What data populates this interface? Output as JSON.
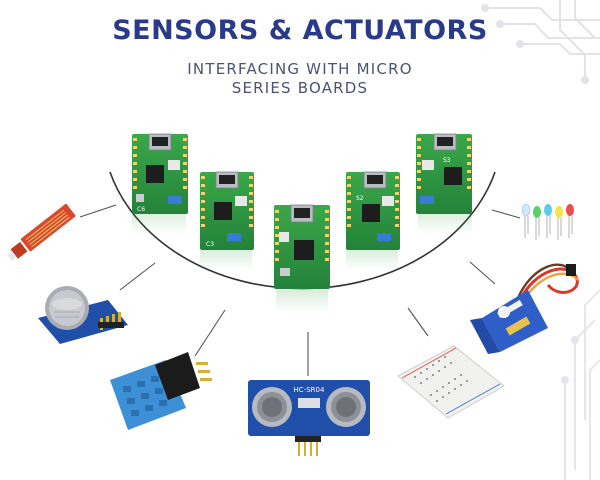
{
  "header": {
    "title": "SENSORS & ACTUATORS",
    "subtitle_line1": "INTERFACING WITH MICRO",
    "subtitle_line2": "SERIES BOARDS"
  },
  "boards": [
    {
      "name": "Micro C6",
      "label": "C6"
    },
    {
      "name": "Micro C3",
      "label": "C3"
    },
    {
      "name": "Micro",
      "label": ""
    },
    {
      "name": "Micro S2",
      "label": "S2"
    },
    {
      "name": "Micro S3",
      "label": "S3"
    }
  ],
  "components": [
    {
      "name": "water-level-sensor"
    },
    {
      "name": "gas-sensor"
    },
    {
      "name": "dht11-sensor"
    },
    {
      "name": "ultrasonic-sensor",
      "label": "HC-SR04"
    },
    {
      "name": "breadboard"
    },
    {
      "name": "servo-motor"
    },
    {
      "name": "leds"
    }
  ],
  "colors": {
    "title": "#2a3a8a",
    "pcb_green": "#2f9a3c",
    "pcb_dark": "#1f6e2a",
    "usb_metal": "#b9bcc2",
    "sensor_blue": "#1f4fa8",
    "dht_blue": "#3d8fd6",
    "servo_blue": "#2f5ec8",
    "arc": "#333333"
  }
}
